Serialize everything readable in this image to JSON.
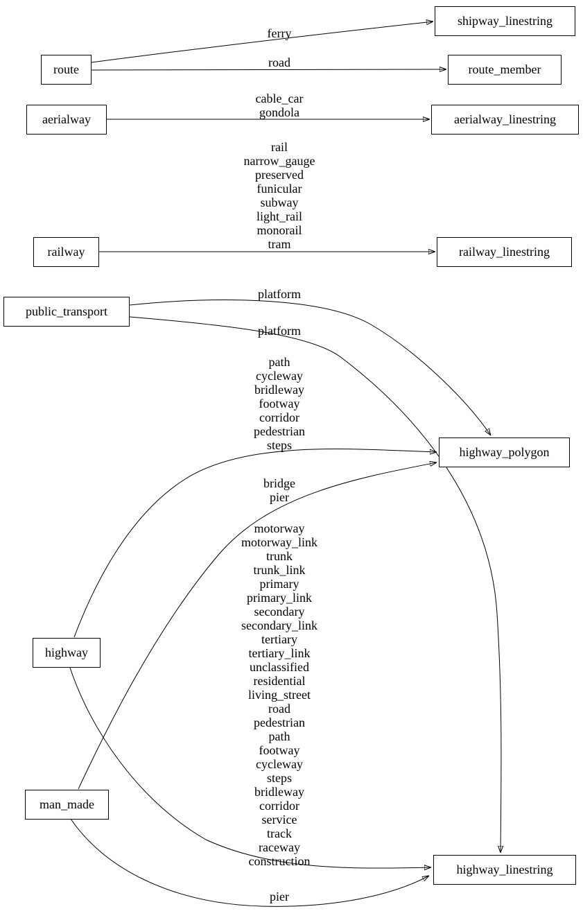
{
  "nodes": {
    "route": "route",
    "aerialway": "aerialway",
    "railway": "railway",
    "public_transport": "public_transport",
    "highway": "highway",
    "man_made": "man_made",
    "shipway_linestring": "shipway_linestring",
    "route_member": "route_member",
    "aerialway_linestring": "aerialway_linestring",
    "railway_linestring": "railway_linestring",
    "highway_polygon": "highway_polygon",
    "highway_linestring": "highway_linestring"
  },
  "edge_labels": {
    "route_to_shipway_linestring": [
      "ferry"
    ],
    "route_to_route_member": [
      "road"
    ],
    "aerialway_to_aerialway_linestring": [
      "cable_car",
      "gondola"
    ],
    "railway_to_railway_linestring": [
      "rail",
      "narrow_gauge",
      "preserved",
      "funicular",
      "subway",
      "light_rail",
      "monorail",
      "tram"
    ],
    "public_transport_to_highway_polygon": [
      "platform"
    ],
    "public_transport_to_highway_linestring": [
      "platform"
    ],
    "highway_to_highway_polygon": [
      "path",
      "cycleway",
      "bridleway",
      "footway",
      "corridor",
      "pedestrian",
      "steps"
    ],
    "man_made_to_highway_polygon": [
      "bridge",
      "pier"
    ],
    "highway_to_highway_linestring": [
      "motorway",
      "motorway_link",
      "trunk",
      "trunk_link",
      "primary",
      "primary_link",
      "secondary",
      "secondary_link",
      "tertiary",
      "tertiary_link",
      "unclassified",
      "residential",
      "living_street",
      "road",
      "pedestrian",
      "path",
      "footway",
      "cycleway",
      "steps",
      "bridleway",
      "corridor",
      "service",
      "track",
      "raceway",
      "construction"
    ],
    "man_made_to_highway_linestring": [
      "pier"
    ]
  },
  "colors": {
    "background": "#ffffff",
    "node_border": "#000000",
    "edge": "#000000",
    "text": "#000000"
  }
}
